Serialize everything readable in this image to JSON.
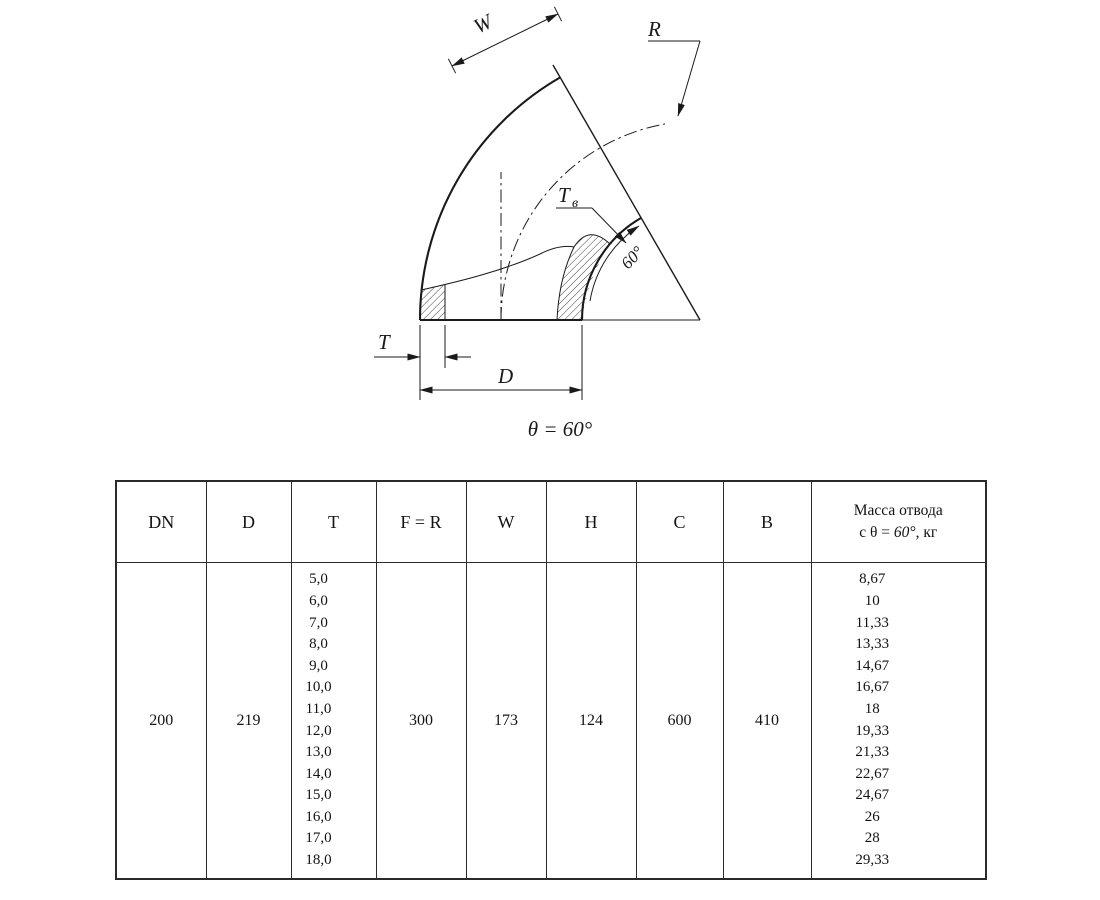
{
  "drawing": {
    "w_label": "W",
    "r_label": "R",
    "tv_label_main": "T",
    "tv_label_sub": "в",
    "angle_label": "60°",
    "t_label": "T",
    "d_label": "D",
    "caption": "θ = 60°"
  },
  "table": {
    "headers": [
      "DN",
      "D",
      "T",
      "F = R",
      "W",
      "H",
      "C",
      "B"
    ],
    "mass_header": {
      "line1": "Масса отвода",
      "l2a": "с θ = ",
      "l2b": "60°",
      "l2c": ", кг"
    },
    "row": {
      "dn": "200",
      "d": "219",
      "t_values": [
        "5,0",
        "6,0",
        "7,0",
        "8,0",
        "9,0",
        "10,0",
        "11,0",
        "12,0",
        "13,0",
        "14,0",
        "15,0",
        "16,0",
        "17,0",
        "18,0"
      ],
      "f_r": "300",
      "w": "173",
      "h": "124",
      "c": "600",
      "b": "410",
      "mass_values": [
        "8,67",
        "10",
        "11,33",
        "13,33",
        "14,67",
        "16,67",
        "18",
        "19,33",
        "21,33",
        "22,67",
        "24,67",
        "26",
        "28",
        "29,33"
      ]
    }
  }
}
